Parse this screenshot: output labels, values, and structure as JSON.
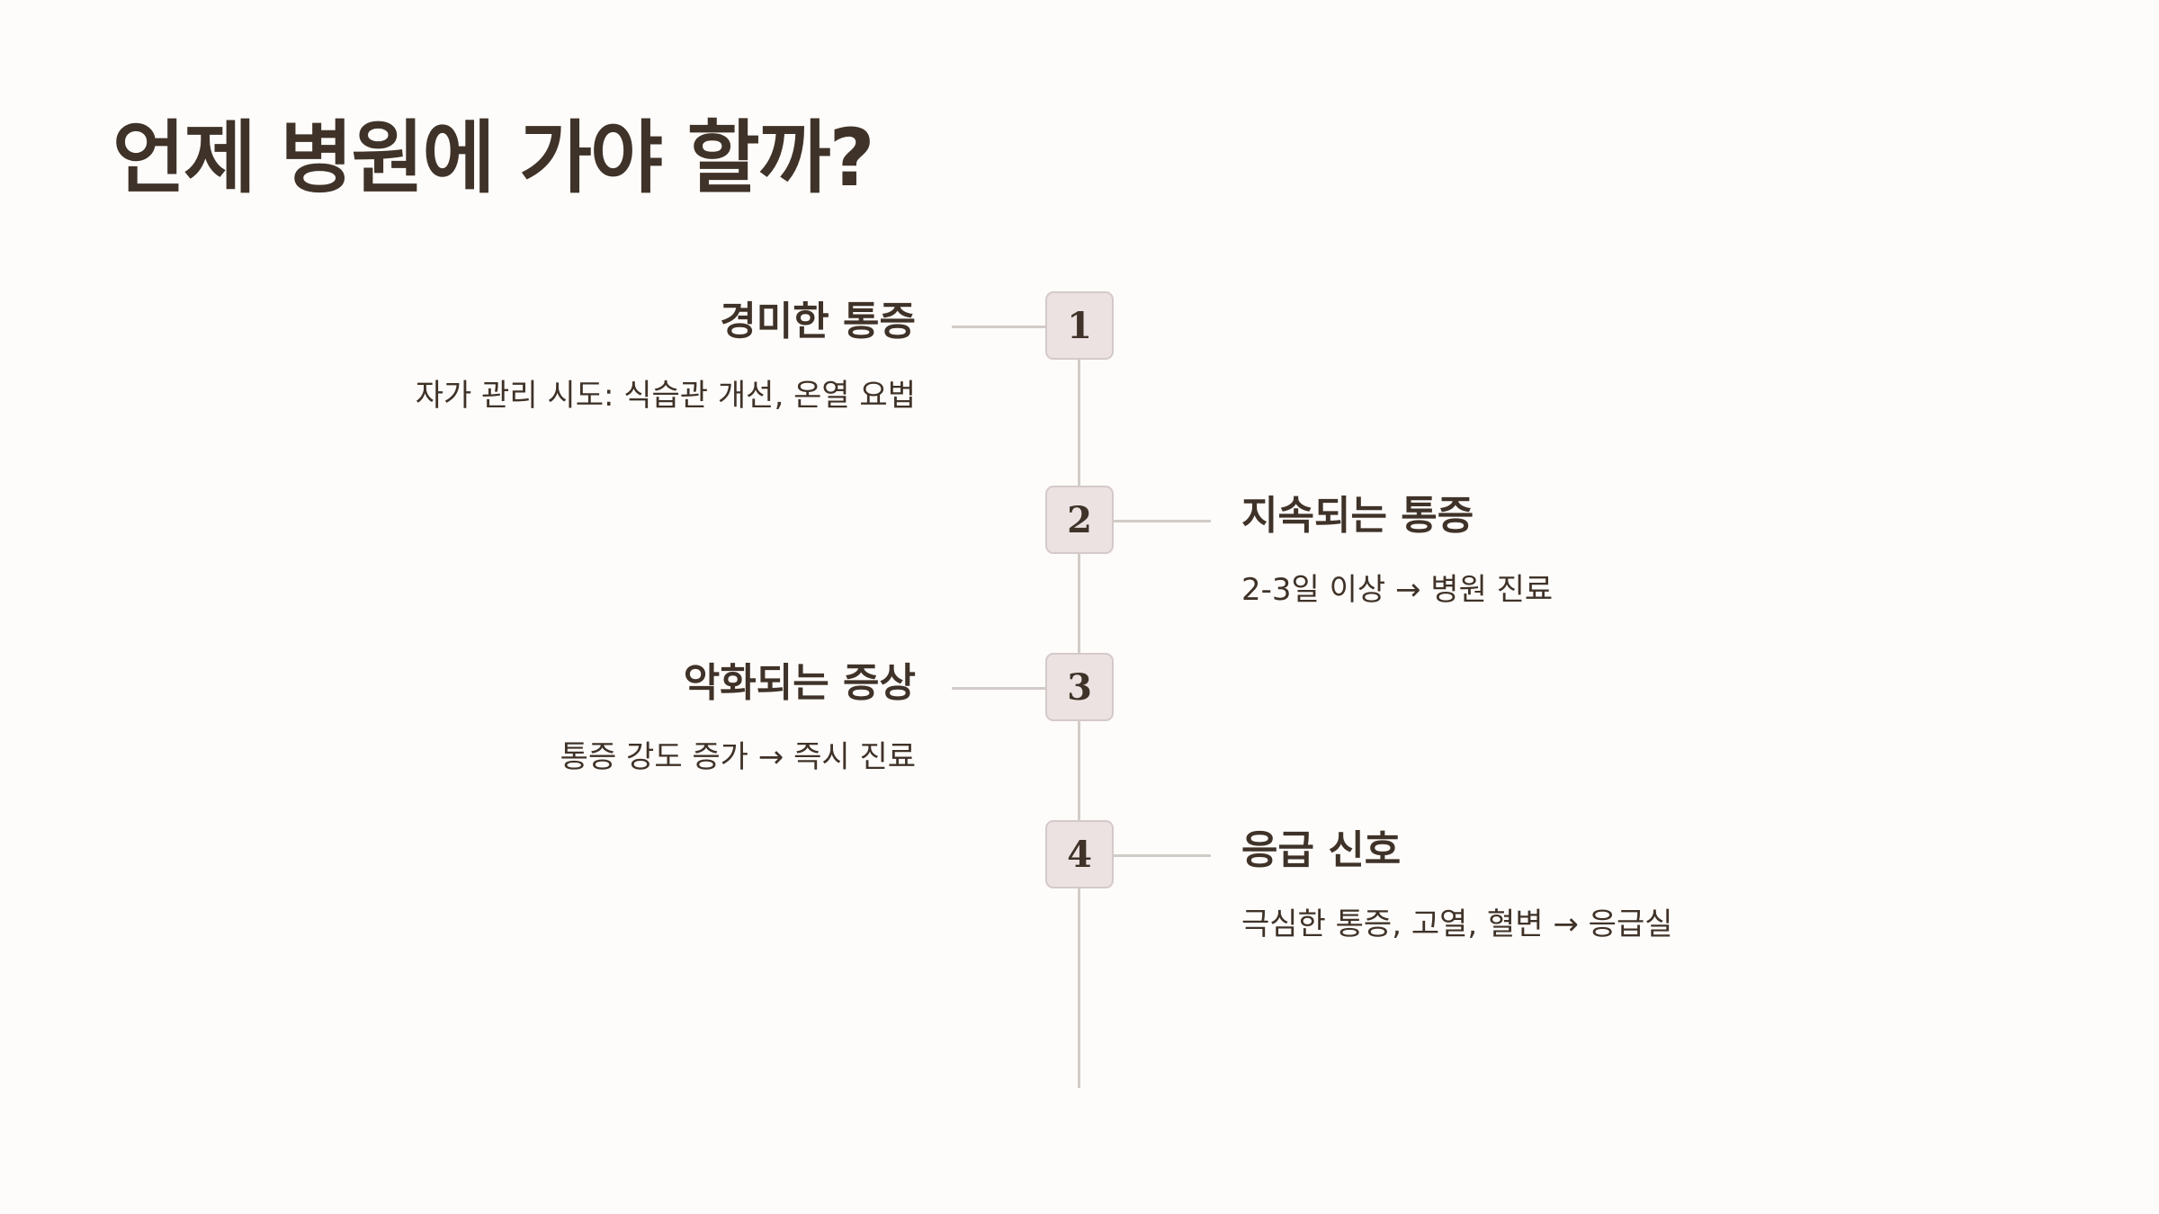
{
  "title": "언제 병원에 가야 할까?",
  "steps": [
    {
      "number": "1",
      "title": "경미한 통증",
      "description": "자가 관리 시도: 식습관 개선, 온열 요법",
      "side": "left"
    },
    {
      "number": "2",
      "title": "지속되는 통증",
      "description": "2-3일 이상 → 병원 진료",
      "side": "right"
    },
    {
      "number": "3",
      "title": "악화되는 증상",
      "description": "통증 강도 증가 → 즉시 진료",
      "side": "left"
    },
    {
      "number": "4",
      "title": "응급 신호",
      "description": "극심한 통증, 고열, 혈변 → 응급실",
      "side": "right"
    }
  ],
  "colors": {
    "background": "#fefcfa",
    "text": "#3f3228",
    "badge_fill": "#ebe2e1",
    "line": "#d2ccc8"
  }
}
